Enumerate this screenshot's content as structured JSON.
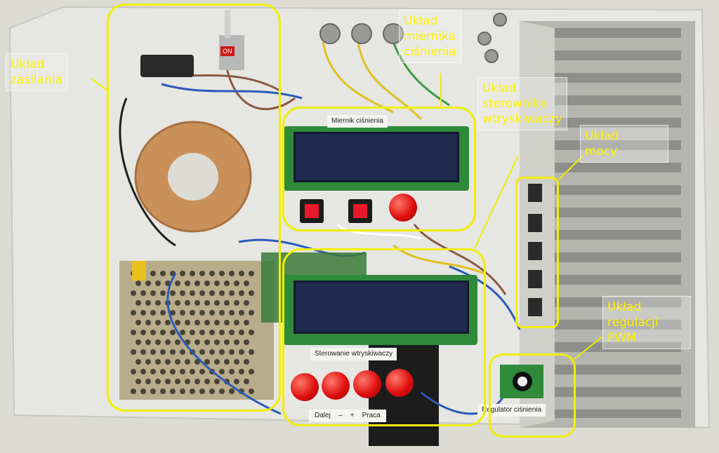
{
  "callouts": {
    "power": [
      "Układ",
      "zasilania"
    ],
    "pressure": [
      "Układ",
      "miernika",
      "ciśnienia"
    ],
    "injector": [
      "Układ",
      "sterownika",
      "wtryskiwaczy"
    ],
    "power_stage": [
      "Układ",
      "mocy"
    ],
    "pwm": [
      "Układ",
      "regulacji",
      "PWM"
    ]
  },
  "plates": {
    "pressure_meter": "Miernik ciśnienia",
    "injector_control": "Sterowanie wtryskiwaczy",
    "buttons": [
      "Dalej",
      "–",
      "+",
      "Praca"
    ],
    "regulator": "Regulator ciśnienia"
  },
  "switch_label": "ON",
  "colors": {
    "annotation": "#f2ee00",
    "lcd": "#1e2a4e",
    "pcb": "#2f8a3a",
    "button": "#e8192c"
  }
}
